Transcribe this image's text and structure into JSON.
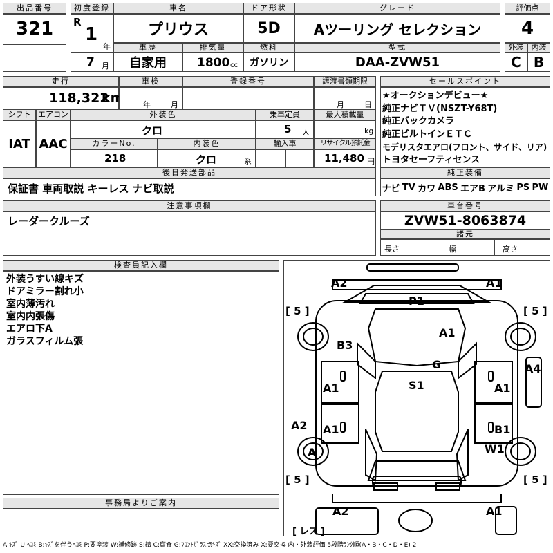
{
  "lot": {
    "label": "出品番号",
    "value": "321"
  },
  "reg": {
    "label": "初度登録",
    "era": "R",
    "year": "1",
    "year_unit": "年",
    "month": "7",
    "month_unit": "月"
  },
  "car": {
    "label": "車名",
    "value": "プリウス"
  },
  "door": {
    "label": "ドア形状",
    "value": "5D"
  },
  "grade": {
    "label": "グレード",
    "value": "Aツーリング セレクション"
  },
  "score": {
    "label": "評価点",
    "value": "4",
    "ext_label": "外装",
    "int_label": "内装",
    "ext": "C",
    "int": "B"
  },
  "history": {
    "label": "車歴",
    "value": "自家用"
  },
  "disp": {
    "label": "排気量",
    "value": "1800",
    "unit": "cc"
  },
  "fuel": {
    "label": "燃料",
    "value": "ガソリン"
  },
  "model": {
    "label": "型式",
    "value": "DAA-ZVW51"
  },
  "mileage": {
    "label": "走行",
    "value": "118,322",
    "unit": "km"
  },
  "inspection": {
    "label": "車検",
    "year_unit": "年",
    "month_unit": "月"
  },
  "plate": {
    "label": "登録番号"
  },
  "transfer": {
    "label": "譲渡書類期限",
    "month_unit": "月",
    "day_unit": "日"
  },
  "shift": {
    "label": "シフト",
    "value": "IAT"
  },
  "ac": {
    "label": "エアコン",
    "value": "AAC"
  },
  "ext_color": {
    "label": "外装色",
    "value": "クロ"
  },
  "capacity": {
    "label": "乗車定員",
    "value": "5",
    "unit": "人"
  },
  "load": {
    "label": "最大積載量",
    "unit": "kg"
  },
  "color_no": {
    "label": "カラーNo.",
    "value": "218"
  },
  "int_color": {
    "label": "内装色",
    "value": "クロ",
    "unit": "系"
  },
  "import": {
    "label": "輸入車"
  },
  "recycle": {
    "label": "リサイクル預託金",
    "value": "11,480",
    "unit": "円"
  },
  "later": {
    "label": "後日発送部品",
    "value": "保証書 車両取説 キーレス ナビ取説"
  },
  "sales": {
    "label": "セールスポイント",
    "items": [
      "★オークションデビュー★",
      "純正ナビＴＶ(NSZT-Y68T)",
      "純正バックカメラ",
      "純正ビルトインＥＴＣ",
      "モデリスタエアロ(フロント、サイド、リア)",
      "トヨタセーフティセンス"
    ]
  },
  "equip": {
    "label": "純正装備",
    "items": [
      "ナビ",
      "TV",
      "カワ",
      "ABS",
      "エアB",
      "アルミ",
      "PS",
      "PW"
    ]
  },
  "notes": {
    "label": "注意事項欄",
    "value": "レーダークルーズ"
  },
  "chassis": {
    "label": "車台番号",
    "value": "ZVW51-8063874"
  },
  "specs": {
    "label": "諸元",
    "length": "長さ",
    "width": "幅",
    "height": "高さ"
  },
  "inspector": {
    "label": "検査員記入欄",
    "items": [
      "外装うすい線キズ",
      "ドアミラー割れ小",
      "室内薄汚れ",
      "室内内張傷",
      "エアロ下A",
      "ガラスフィルム張"
    ]
  },
  "office": {
    "label": "事務局よりご案内"
  },
  "diagram": {
    "tire": "[ 5 ]",
    "spare": "[ レス ]",
    "marks": {
      "a2_tl": "A2",
      "a1_tr": "A1",
      "p1": "P1",
      "a1_hood": "A1",
      "b3": "B3",
      "g": "G",
      "a4": "A4",
      "s1": "S1",
      "a1_fl": "A1",
      "a1_fr": "A1",
      "a2_l": "A2",
      "a1_rl": "A1",
      "b1": "B1",
      "a": "A",
      "w1": "W1",
      "a2_bl": "A2",
      "a1_br": "A1"
    }
  },
  "legend": "A:ｷｽﾞ U:ﾍｺﾐ B:ｷｽﾞを伴うﾍｺﾐ P:要塗装 W:補修跡 S:錆 C:腐食 G:ﾌﾛﾝﾄｶﾞﾗｽ点ｷｽﾞ XX:交換済み X:要交換 内・外装評価 5段階ﾗﾝｸ順(A・B・C・D・E) 2"
}
